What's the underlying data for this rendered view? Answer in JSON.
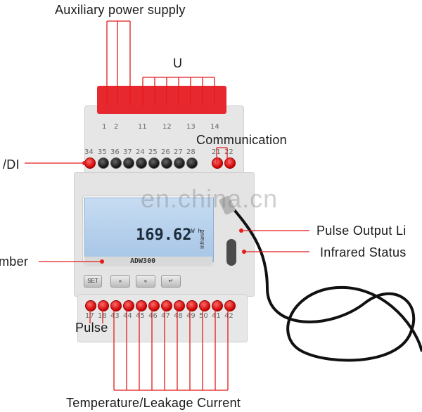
{
  "labels": {
    "aux_power": "Auxiliary power supply",
    "u": "U",
    "communication": "Communication",
    "di": "/DI",
    "pulse_output": "Pulse Output Li",
    "infrared_status": "Infrared Status",
    "number": "mber",
    "pulse": "Pulse",
    "temperature": "Temperature/Leakage Current"
  },
  "watermark": "en.china.cn",
  "device": {
    "model": "ADW300",
    "reading": "169.62",
    "unit": "kW h",
    "infrared_label": "Infrared",
    "buttons": [
      "SET",
      "«",
      "«",
      "↵"
    ],
    "top_numbers": [
      "1",
      "2",
      "11",
      "12",
      "13",
      "14"
    ],
    "upper_terminals": [
      "34",
      "35",
      "36",
      "37",
      "24",
      "25",
      "26",
      "27",
      "28",
      "21",
      "22"
    ],
    "lower_terminals": [
      "17",
      "18",
      "43",
      "44",
      "45",
      "46",
      "47",
      "48",
      "49",
      "50",
      "41",
      "42"
    ]
  },
  "colors": {
    "terminal_red": "#e8282f",
    "leader_red": "#e21b1b",
    "case_gray": "#e3e3e3",
    "lcd_blue": "#b9d3ee"
  }
}
